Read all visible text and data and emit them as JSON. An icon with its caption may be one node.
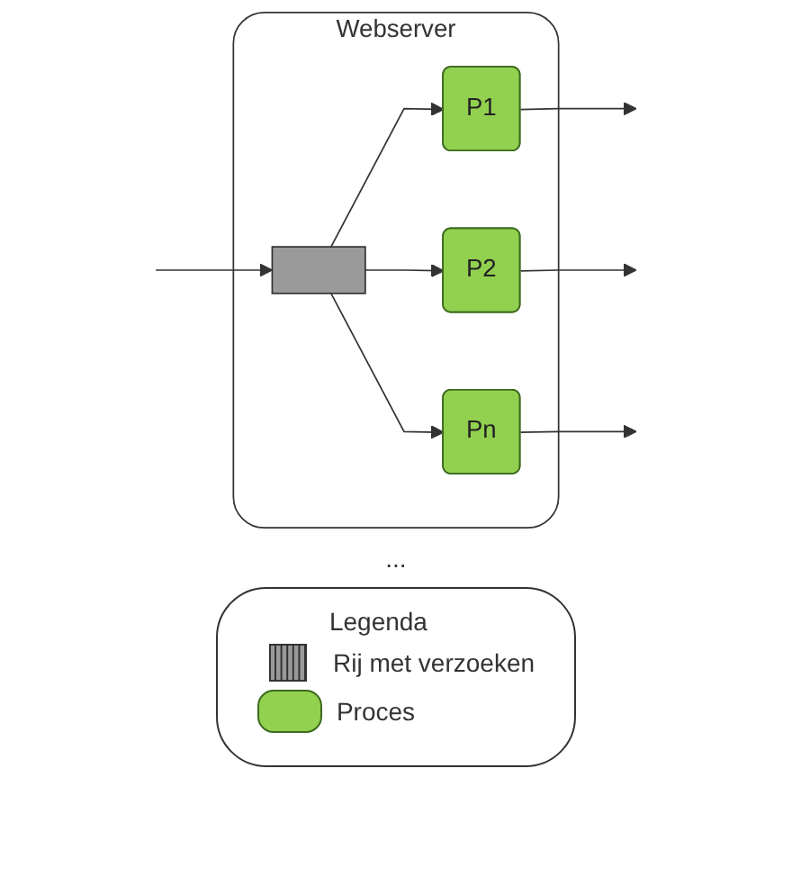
{
  "diagram": {
    "nodes": [
      {
        "text": [
          "Webserver"
        ]
      },
      {
        "text": [],
        "shape": "box",
        "in": 0
      },
      {
        "text": [
          "P1"
        ],
        "in": 0
      },
      {
        "text": [
          "P2"
        ],
        "in": 0
      },
      {
        "text": [
          "Pn"
        ],
        "in": 0
      }
    ],
    "edges": [
      {
        "from": null,
        "to": 1,
        "arrow": "to"
      },
      {
        "from": 1,
        "to": 2,
        "arrow": "to"
      },
      {
        "from": 1,
        "to": 3,
        "arrow": "to"
      },
      {
        "from": 1,
        "to": 4,
        "arrow": "to"
      },
      {
        "from": 2,
        "to": null,
        "arrow": "to"
      },
      {
        "from": 3,
        "to": null,
        "arrow": "to"
      },
      {
        "from": 4,
        "to": null,
        "arrow": "to"
      }
    ],
    "labels": [
      "...",
      "Legenda"
    ],
    "legend": [
      {
        "text": "Rij met verzoeken"
      },
      {
        "text": "Proces",
        "color": "#92d050"
      }
    ]
  }
}
